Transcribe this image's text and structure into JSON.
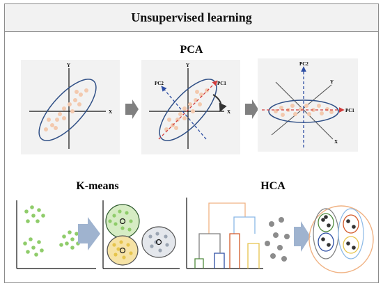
{
  "title": "Unsupervised learning",
  "pca": {
    "heading": "PCA",
    "axis_x": "X",
    "axis_y": "Y",
    "pc1": "PC1",
    "pc2": "PC2"
  },
  "kmeans": {
    "heading": "K-means"
  },
  "hca": {
    "heading": "HCA"
  },
  "colors": {
    "ellipse_stroke": "#2f4f86",
    "pca_points": "#f3c9ae",
    "pc1_line": "#d23c3c",
    "pc2_line": "#2c4da3",
    "green_points": "#8fcc6a",
    "gold_points": "#e6c44c",
    "gray_points": "#9aa4b2",
    "arrow_gray": "#808080",
    "arrow_blue": "#9fb3cf"
  },
  "icons": [
    "right-arrow-icon",
    "rotate-arrow-icon"
  ]
}
